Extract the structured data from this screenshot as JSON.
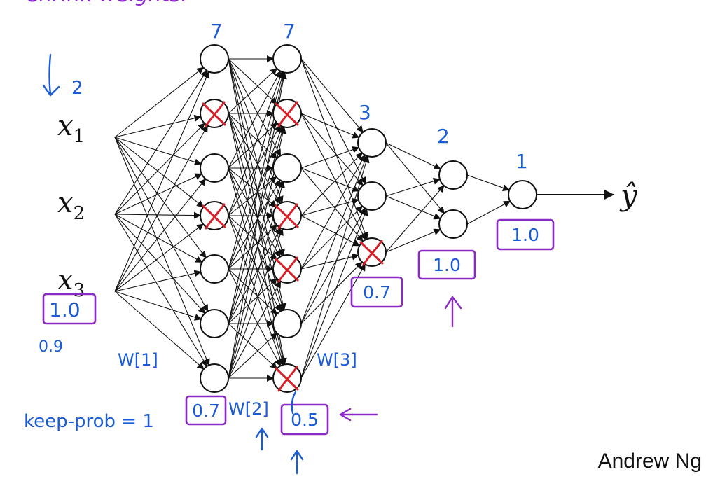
{
  "inputs": [
    {
      "base": "x",
      "sub": "1"
    },
    {
      "base": "x",
      "sub": "2"
    },
    {
      "base": "x",
      "sub": "3"
    }
  ],
  "output": {
    "symbol": "ŷ"
  },
  "layers": [
    {
      "size_label": "7",
      "nodes": 7,
      "dropped": [
        1,
        3
      ],
      "keep_prob": "0.7"
    },
    {
      "size_label": "7",
      "nodes": 7,
      "dropped": [
        1,
        3,
        4,
        6
      ],
      "keep_prob": "0.5"
    },
    {
      "size_label": "3",
      "nodes": 3,
      "dropped": [
        2
      ],
      "keep_prob": "0.7"
    },
    {
      "size_label": "2",
      "nodes": 2,
      "dropped": [],
      "keep_prob": "1.0"
    },
    {
      "size_label": "1",
      "nodes": 1,
      "dropped": [],
      "keep_prob": "1.0"
    }
  ],
  "annotations": {
    "input_keep": "1.0",
    "alt_value": "0.9",
    "weight_1": "W[1]",
    "weight_2": "W[2]",
    "weight_3": "W[3]",
    "keep_prob_line": "keep-prob = 1",
    "top_scribble": "shrink weights."
  },
  "colors": {
    "ink": "#111111",
    "drop_mark": "#d8202a",
    "annotation": "#1a5bd6",
    "box": "#8a2bc8"
  },
  "credit": "Andrew Ng"
}
